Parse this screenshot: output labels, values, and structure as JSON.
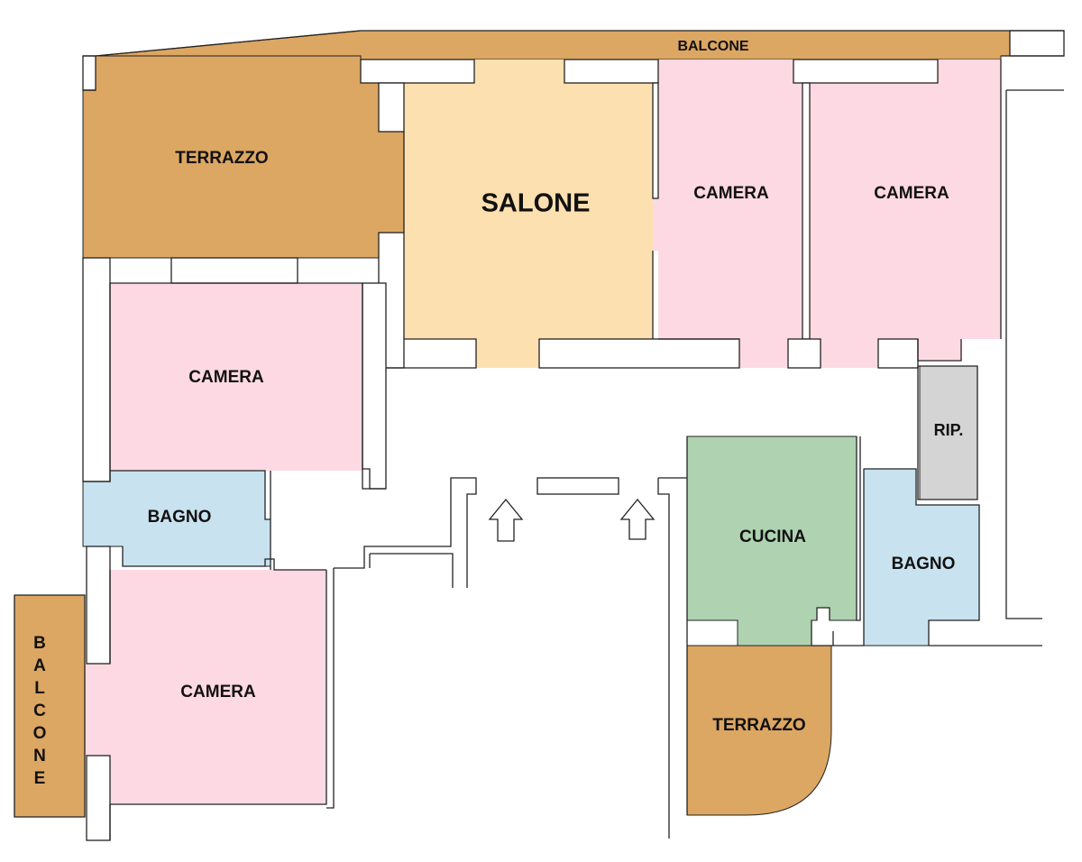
{
  "colors": {
    "terrace": "#dca663",
    "living": "#fde0b0",
    "bedroom": "#fdd9e3",
    "bath": "#c8e2ef",
    "kitchen": "#afd3b1",
    "storage": "#d4d4d4",
    "walls": "#ffffff",
    "outline": "#222222"
  },
  "rooms": {
    "balcone_top": "BALCONE",
    "terrazzo_top": "TERRAZZO",
    "salone": "SALONE",
    "camera_1": "CAMERA",
    "camera_2": "CAMERA",
    "camera_3": "CAMERA",
    "camera_4": "CAMERA",
    "bagno_1": "BAGNO",
    "bagno_2": "BAGNO",
    "cucina": "CUCINA",
    "ripostiglio": "RIP.",
    "terrazzo_bottom": "TERRAZZO",
    "balcone_side": [
      "B",
      "A",
      "L",
      "C",
      "O",
      "N",
      "E"
    ]
  },
  "icons": [
    "entrance-arrow-icon",
    "entrance-arrow-icon"
  ]
}
